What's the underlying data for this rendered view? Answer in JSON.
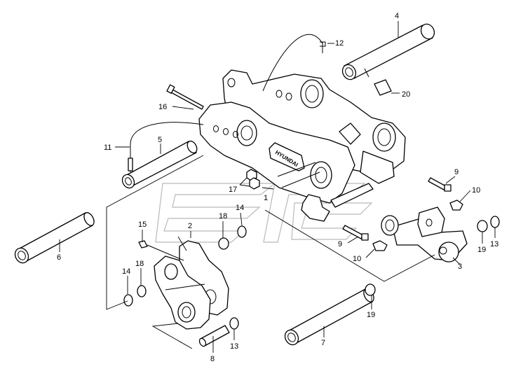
{
  "diagram": {
    "brand_label": "HYUNDAI",
    "callouts": [
      {
        "id": "c1",
        "text": "1"
      },
      {
        "id": "c2",
        "text": "2"
      },
      {
        "id": "c3",
        "text": "3"
      },
      {
        "id": "c4",
        "text": "4"
      },
      {
        "id": "c5",
        "text": "5"
      },
      {
        "id": "c6",
        "text": "6"
      },
      {
        "id": "c7",
        "text": "7"
      },
      {
        "id": "c8",
        "text": "8"
      },
      {
        "id": "c9a",
        "text": "9"
      },
      {
        "id": "c9b",
        "text": "9"
      },
      {
        "id": "c10a",
        "text": "10"
      },
      {
        "id": "c10b",
        "text": "10"
      },
      {
        "id": "c11",
        "text": "11"
      },
      {
        "id": "c12",
        "text": "12"
      },
      {
        "id": "c13a",
        "text": "13"
      },
      {
        "id": "c13b",
        "text": "13"
      },
      {
        "id": "c14a",
        "text": "14"
      },
      {
        "id": "c14b",
        "text": "14"
      },
      {
        "id": "c15",
        "text": "15"
      },
      {
        "id": "c16",
        "text": "16"
      },
      {
        "id": "c17",
        "text": "17"
      },
      {
        "id": "c18a",
        "text": "18"
      },
      {
        "id": "c18b",
        "text": "18"
      },
      {
        "id": "c19a",
        "text": "19"
      },
      {
        "id": "c19b",
        "text": "19"
      },
      {
        "id": "c20",
        "text": "20"
      }
    ]
  }
}
